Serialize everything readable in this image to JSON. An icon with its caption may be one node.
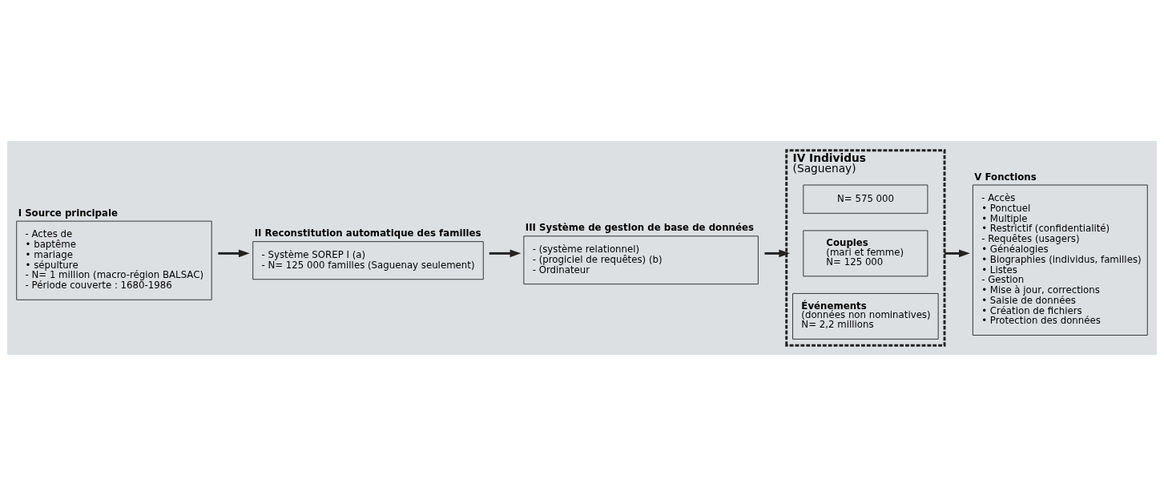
{
  "diagram": {
    "nodes": [
      {
        "text": [
          "I Source principale",
          "- Actes de",
          "• baptême",
          "• mariage",
          "• sépulture",
          "- N= 1 million (macro-région BALSAC)",
          "- Période couverte : 1680-1986"
        ]
      },
      {
        "text": [
          "II Reconstitution automatique des familles",
          "- Système SOREP I (a)",
          "- N= 125 000 familles (Saguenay seulement)"
        ]
      },
      {
        "text": [
          "III Système de gestion de base de données",
          "- (système relationnel)",
          "- (progiciel de requêtes) (b)",
          "- Ordinateur"
        ]
      },
      {
        "text": [
          "IV Individus",
          "(Saguenay)"
        ]
      },
      {
        "text": [
          "N= 575 000"
        ],
        "in": 3
      },
      {
        "text": [
          "Couples",
          "(mari et femme)",
          "N= 125 000"
        ],
        "in": 3
      },
      {
        "text": [
          "Événements",
          "(données non nominatives)",
          "N= 2,2 millions"
        ],
        "in": 3
      },
      {
        "text": [
          "V Fonctions",
          "- Accès",
          "• Ponctuel",
          "• Multiple",
          "• Restrictif (confidentialité)",
          "- Requêtes (usagers)",
          "• Généalogies",
          "• Biographies (individus, familles)",
          "• Listes",
          "- Gestion",
          "• Mise à jour, corrections",
          "• Saisie de données",
          "• Création de fichiers",
          "• Protection des données"
        ]
      }
    ],
    "edges": [
      {
        "from": 0,
        "to": 1,
        "arrow": "to"
      },
      {
        "from": 1,
        "to": 2,
        "arrow": "to"
      },
      {
        "from": 2,
        "to": 3,
        "arrow": "to"
      },
      {
        "from": 3,
        "to": 7,
        "arrow": "to"
      }
    ]
  }
}
